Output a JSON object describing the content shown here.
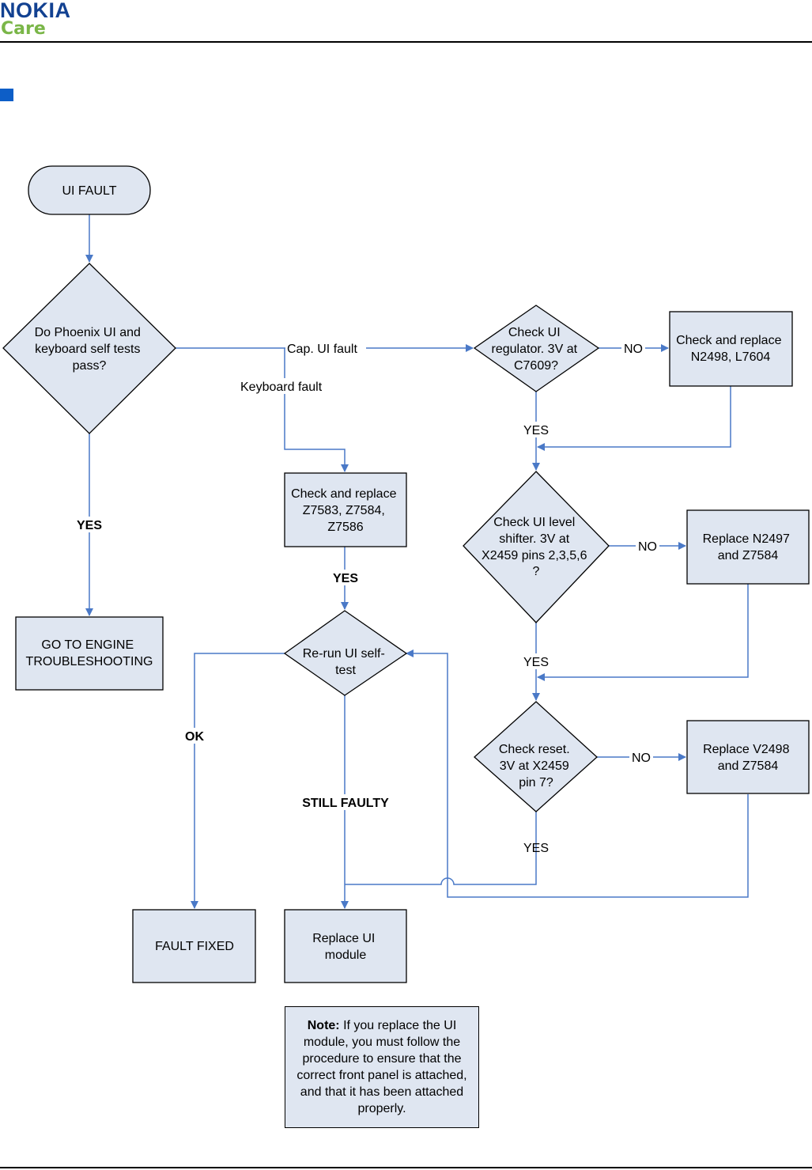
{
  "header": {
    "brand": "NOKIA",
    "sub_brand": "Care",
    "brand_color": "#124191",
    "sub_brand_color": "#7ab648",
    "bullet_color": "#0d5ec7"
  },
  "nodes": {
    "ui_fault": [
      "UI FAULT"
    ],
    "phoenix_test": [
      "Do Phoenix UI and",
      "keyboard self tests",
      "pass?"
    ],
    "engine": [
      "GO TO ENGINE",
      "TROUBLESHOOTING"
    ],
    "check_regulator": [
      "Check UI",
      "regulator. 3V at",
      "C7609?"
    ],
    "replace_n2498": [
      "Check and replace",
      "N2498, L7604"
    ],
    "replace_z7583": [
      "Check and replace",
      "Z7583, Z7584,",
      "Z7586"
    ],
    "level_shifter": [
      "Check UI level",
      "shifter. 3V at",
      "X2459 pins 2,3,5,6",
      "?"
    ],
    "replace_n2497": [
      "Replace N2497",
      "and Z7584"
    ],
    "rerun": [
      "Re-run UI self-",
      "test"
    ],
    "check_reset": [
      "Check reset.",
      "3V at X2459",
      "pin 7?"
    ],
    "replace_v2498": [
      "Replace V2498",
      "and Z7584"
    ],
    "fault_fixed": [
      "FAULT FIXED"
    ],
    "replace_module": [
      "Replace UI",
      "module"
    ]
  },
  "edge_labels": {
    "cap_ui_fault": "Cap. UI fault",
    "keyboard_fault": "Keyboard fault",
    "no_regulator": "NO",
    "yes_regulator": "YES",
    "yes_phoenix": "YES",
    "yes_keyboard": "YES",
    "no_shifter": "NO",
    "yes_shifter": "YES",
    "no_reset": "NO",
    "yes_reset": "YES",
    "ok": "OK",
    "still_faulty": "STILL FAULTY"
  },
  "note": {
    "lead": "Note:",
    "text": " If you replace the UI module, you must follow the procedure to ensure that the correct front panel is attached, and that it has been attached properly."
  },
  "colors": {
    "shape_fill": "#dfe6f1",
    "connector": "#4a79c7"
  }
}
